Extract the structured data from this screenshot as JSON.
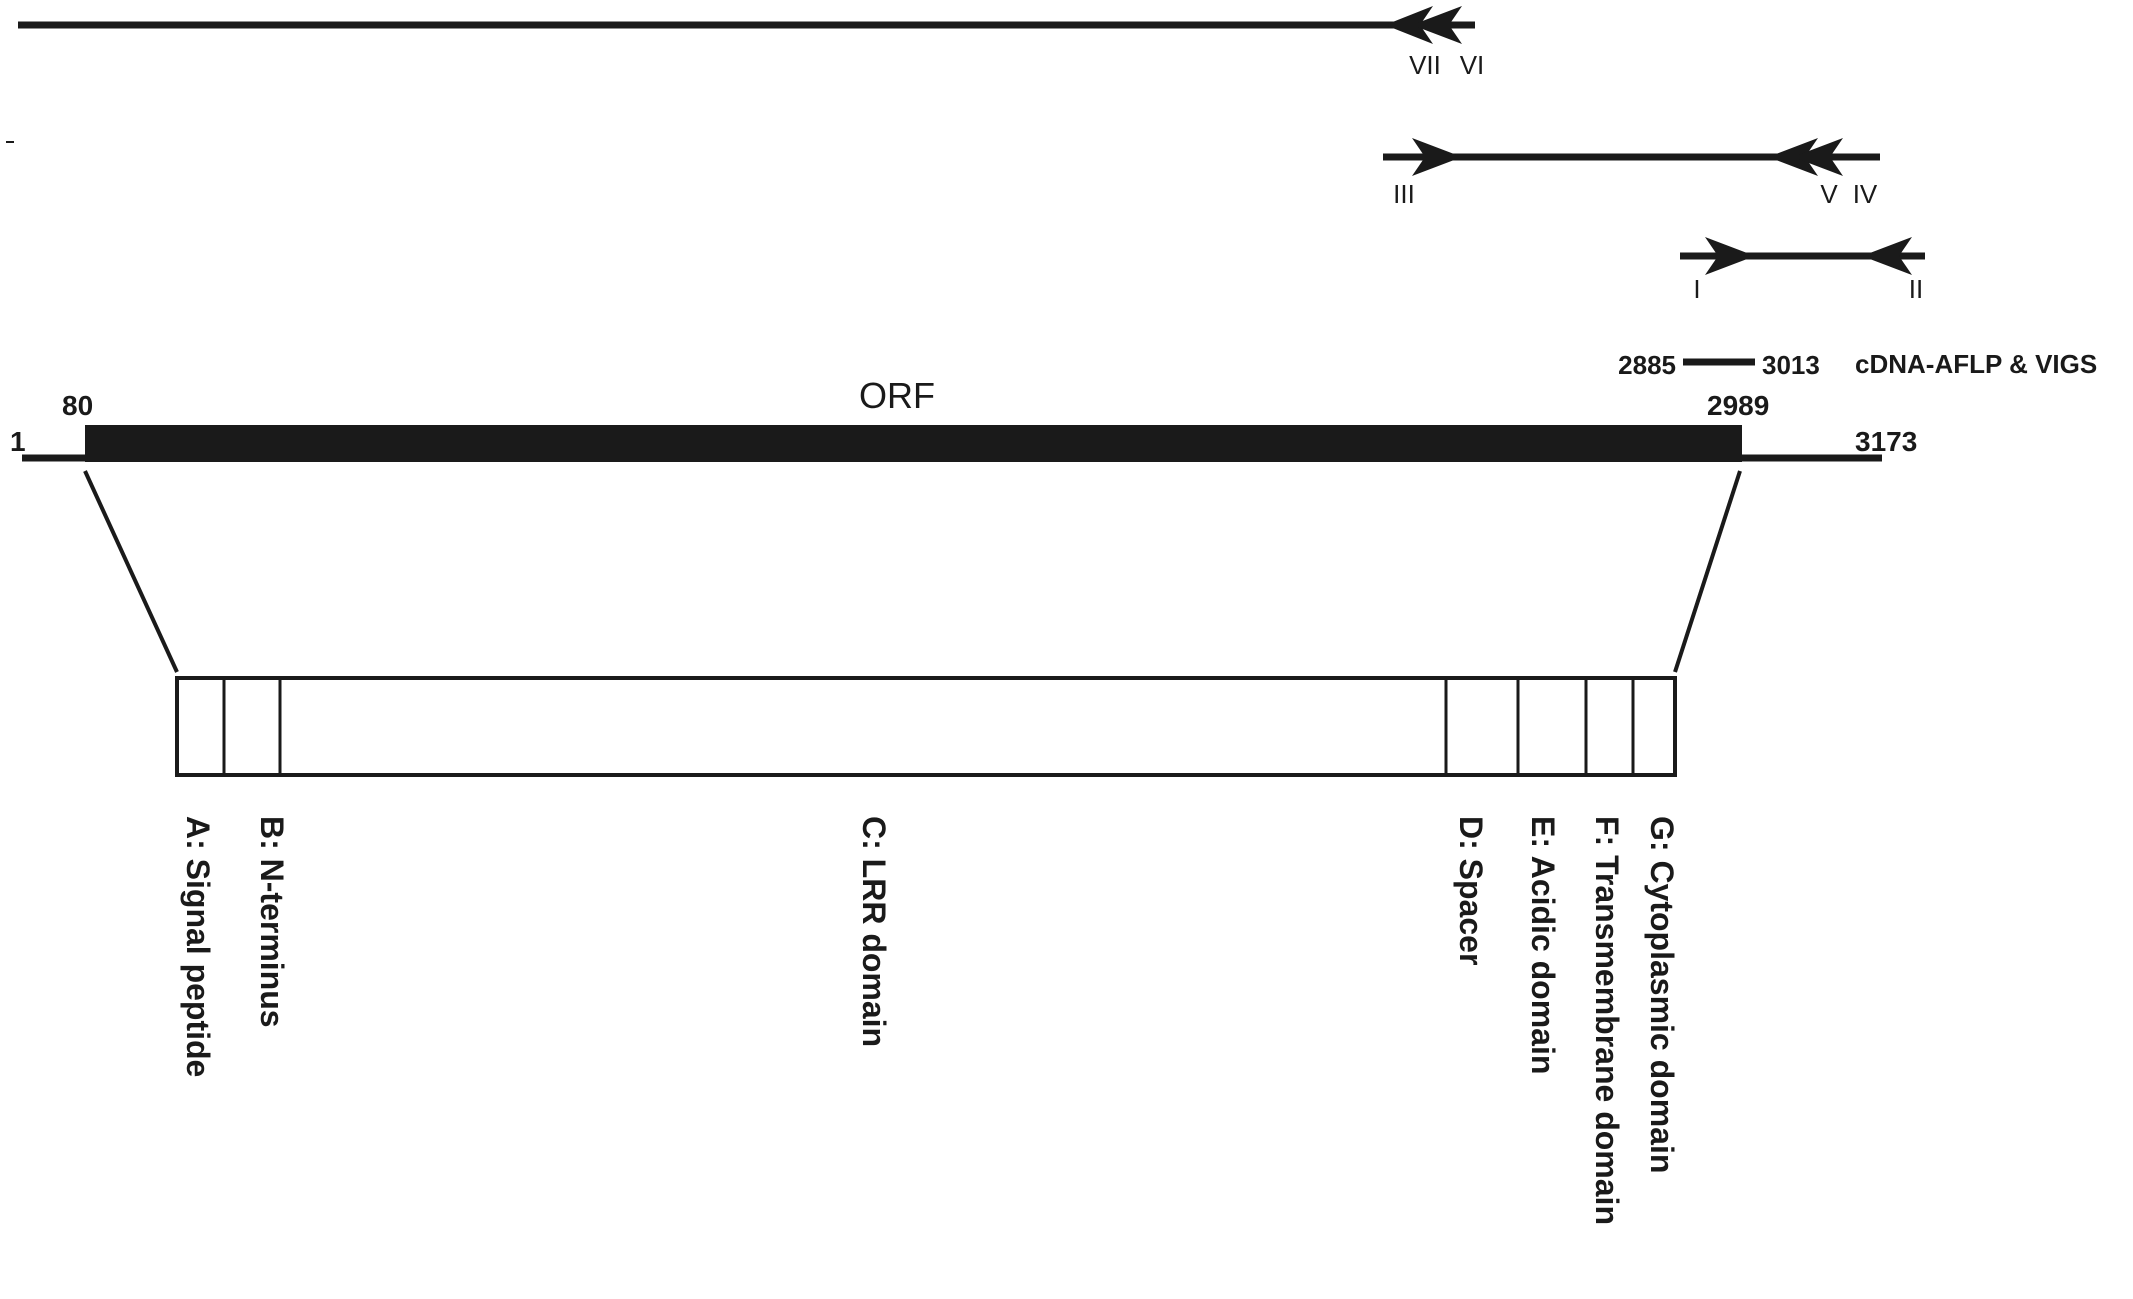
{
  "colors": {
    "ink": "#1a1a1a",
    "background": "#ffffff"
  },
  "primers": {
    "fragment_top": {
      "arrow_1": "VII",
      "arrow_2": "VI"
    },
    "fragment_mid": {
      "arrow_1": "III",
      "arrow_2": "V",
      "arrow_3": "IV"
    },
    "fragment_low": {
      "arrow_1": "I",
      "arrow_2": "II"
    }
  },
  "cdna_fragment": {
    "start": "2885",
    "end": "3013",
    "label": "cDNA-AFLP & VIGS"
  },
  "transcript": {
    "start": "1",
    "orf_start": "80",
    "orf_label": "ORF",
    "orf_end": "2989",
    "end": "3173"
  },
  "protein_domains": [
    {
      "label": "A: Signal peptide"
    },
    {
      "label": "B: N-terminus"
    },
    {
      "label": "C: LRR domain"
    },
    {
      "label": "D: Spacer"
    },
    {
      "label": "E: Acidic domain"
    },
    {
      "label": "F: Transmembrane domain"
    },
    {
      "label": "G: Cytoplasmic domain"
    }
  ]
}
